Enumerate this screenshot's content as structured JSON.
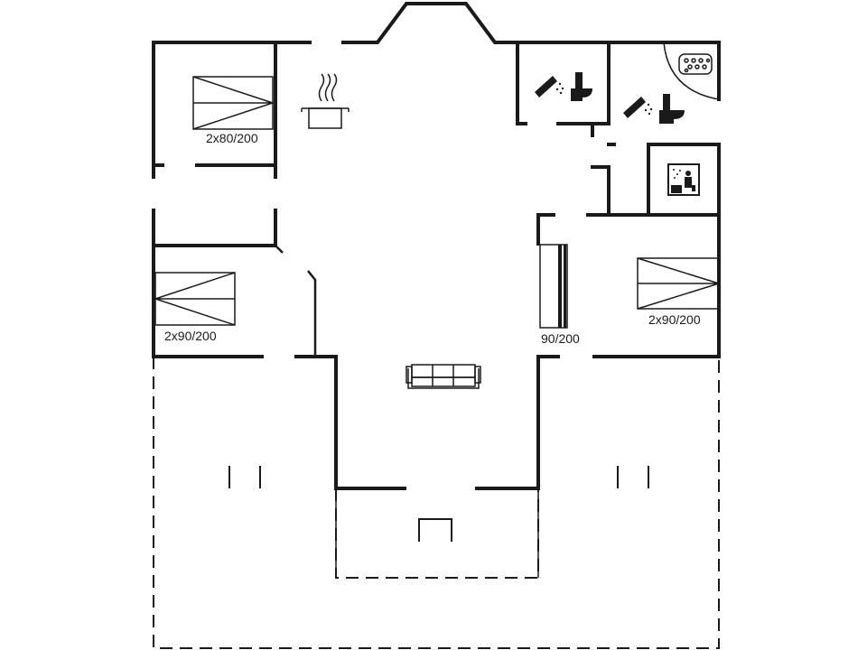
{
  "labels": {
    "bed_top_left": "2x80/200",
    "bed_mid_left": "2x90/200",
    "bed_right": "2x90/200",
    "bed_single": "90/200"
  },
  "icons": [
    "cooking-pot-icon",
    "shower-icon",
    "toilet-icon",
    "sauna-icon",
    "hot-tub-icon",
    "sofa-icon"
  ]
}
